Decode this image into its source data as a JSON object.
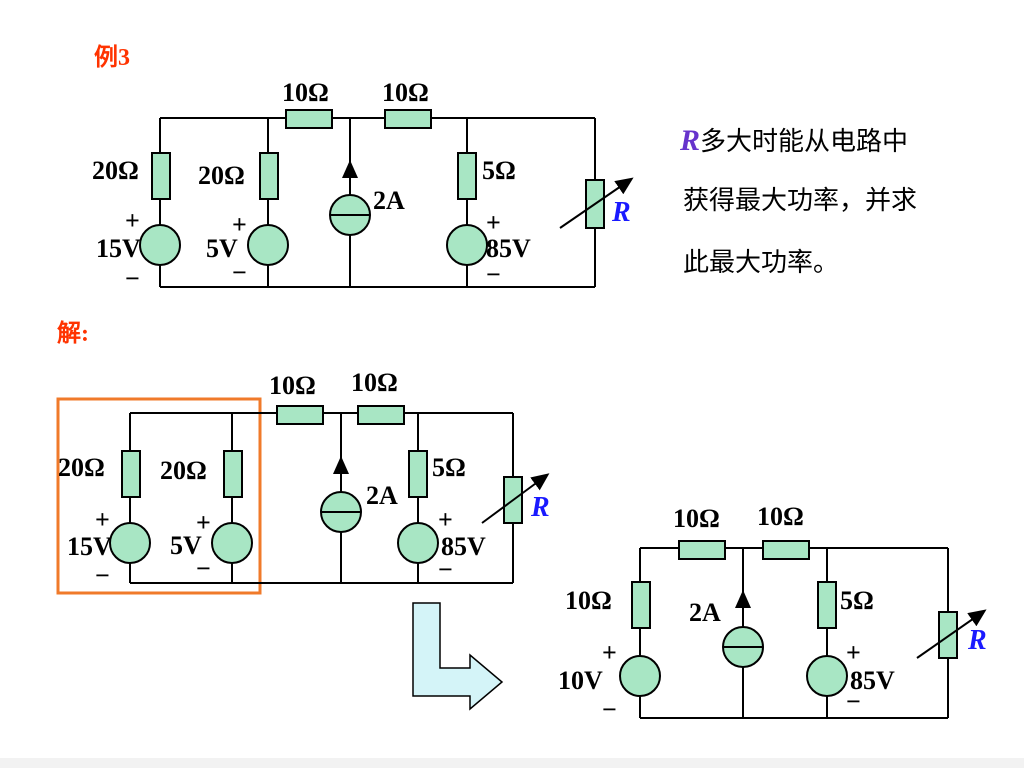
{
  "example_label": "例3",
  "solution_label": "解:",
  "problem": {
    "symbol": "R",
    "line1": "多大时能从电路中",
    "line2": "获得最大功率，并求",
    "line3": "此最大功率。"
  },
  "circuit1": {
    "r_top1": "10Ω",
    "r_top2": "10Ω",
    "r_left1": "20Ω",
    "r_left2": "20Ω",
    "r_right": "5Ω",
    "current": "2A",
    "v1": "15V",
    "v2": "5V",
    "v3": "85V",
    "load": "R",
    "plus": "+",
    "minus": "−"
  },
  "circuit2": {
    "r_top1": "10Ω",
    "r_top2": "10Ω",
    "r_left1": "20Ω",
    "r_left2": "20Ω",
    "r_right": "5Ω",
    "current": "2A",
    "v1": "15V",
    "v2": "5V",
    "v3": "85V",
    "load": "R",
    "plus": "+",
    "minus": "−"
  },
  "circuit3": {
    "r_top1": "10Ω",
    "r_top2": "10Ω",
    "r_left": "10Ω",
    "r_right": "5Ω",
    "current": "2A",
    "v1": "10V",
    "v3": "85V",
    "load": "R",
    "plus": "+",
    "minus": "−"
  },
  "colors": {
    "component_fill": "#a8e6c4",
    "highlight_box": "#f07a2a",
    "arrow_fill": "#d4f4f8",
    "accent_red": "#ff3300",
    "accent_blue": "#1a1aff"
  }
}
